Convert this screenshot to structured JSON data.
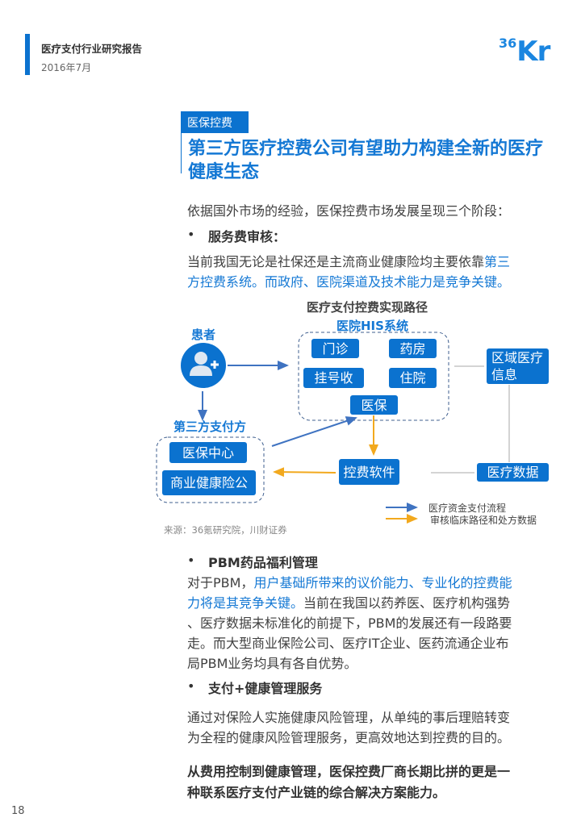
{
  "header": {
    "report_title": "医疗支付行业研究报告",
    "date": "2016年7月",
    "logo_num": "36",
    "logo_text": "Kr"
  },
  "section": {
    "tag": "医保控费",
    "title": "第三方医疗控费公司有望助力构建全新的医疗健康生态"
  },
  "intro": "依据国外市场的经验，医保控费市场发展呈现三个阶段：",
  "bullet_mark": "•",
  "bullets": [
    {
      "title": "服务费审核：",
      "lines": [
        [
          "当前我国无论是社保还是主流商业健康险均主要依靠",
          "第三"
        ],
        [
          "方控费系统。而政府、医院渠道及技术能力是竞争关键。",
          ""
        ]
      ]
    },
    {
      "title": "PBM药品福利管理",
      "p1_prefix": "对于PBM，",
      "p1_hl": "用户基础所带来的议价能力、专业化的控费能",
      "p2_hl": "力将是其竞争关键。",
      "p2_rest": "当前在我国以药养医、医疗机构强势",
      "p3": "、医疗数据未标准化的前提下，PBM的发展还有一段路要",
      "p4": "走。而大型商业保险公司、医疗IT企业、医药流通企业布",
      "p5": "局PBM业务均具有各自优势。"
    },
    {
      "title": "支付+健康管理服务",
      "p1": "通过对保险人实施健康风险管理，从单纯的事后理赔转变",
      "p2": "为全程的健康风险管理服务，更高效地达到控费的目的。"
    }
  ],
  "conclusion": [
    "从费用控制到健康管理，医保控费厂商长期比拼的更是一",
    "种联系医疗支付产业链的综合解决方案能力。"
  ],
  "diagram": {
    "title": "医疗支付控费实现路径",
    "his_label": "医院HIS系统",
    "patient": "患者",
    "payer_label": "第三方支付方",
    "his": [
      "门诊",
      "药房",
      "挂号收",
      "住院",
      "医保"
    ],
    "regional": "区域医疗信息",
    "med_data": "医疗数据",
    "software": "控费软件",
    "payers": [
      "医保中心",
      "商业健康险公"
    ],
    "legend": [
      "医疗资金支付流程",
      "审核临床路径和处方数据"
    ],
    "source": "来源：36氪研究院，川财证券",
    "colors": {
      "blue_arrow": "#3f73c1",
      "yellow_arrow": "#f2a91e",
      "box": "#0b72cf"
    }
  },
  "page_number": "18"
}
